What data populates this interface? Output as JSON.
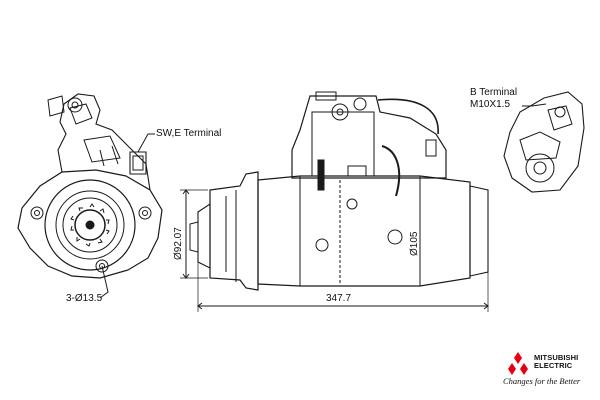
{
  "labels": {
    "sw_e_terminal": "SW,E Terminal",
    "b_terminal_line1": "B Terminal",
    "b_terminal_line2": "M10X1.5",
    "holes": "3-Ø13.5"
  },
  "dimensions": {
    "flange_diameter": "Ø92.07",
    "body_diameter": "Ø105",
    "overall_length": "347.7"
  },
  "brand": {
    "name_line1": "MITSUBISHI",
    "name_line2": "ELECTRIC",
    "tagline": "Changes for the Better",
    "logo_icon": "three-diamonds-icon",
    "logo_color": "#e60012"
  }
}
